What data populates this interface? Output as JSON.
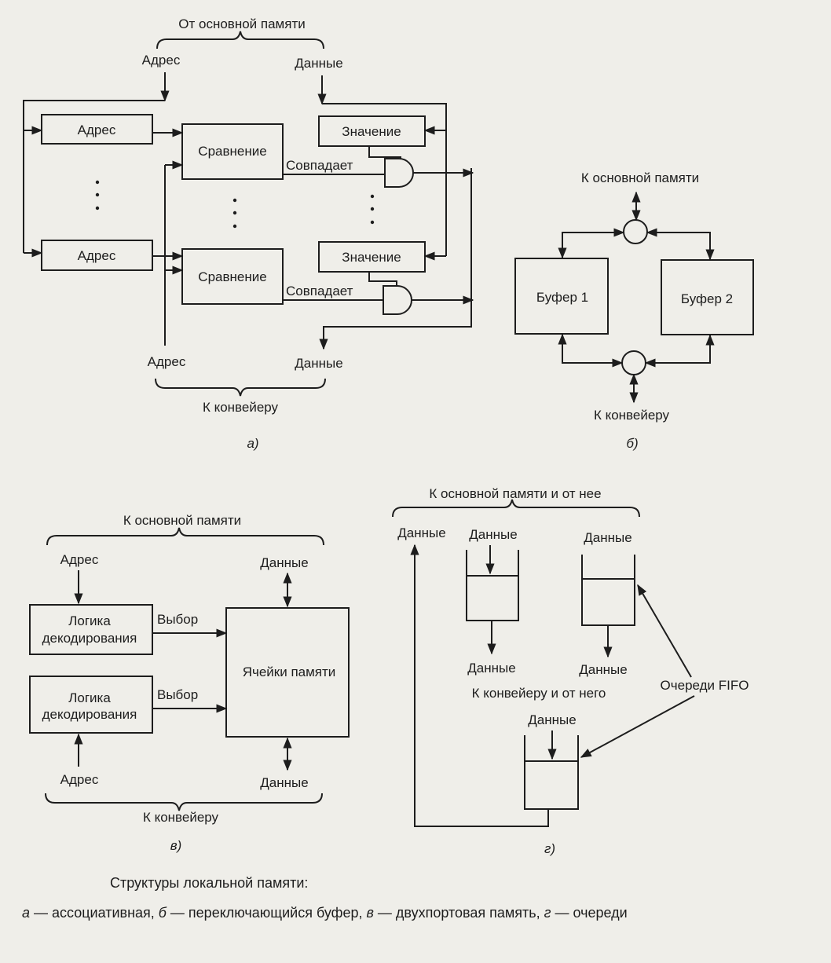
{
  "a": {
    "from_memory": "От основной памяти",
    "addr_in": "Адрес",
    "data_in": "Данные",
    "addr_block_1": "Адрес",
    "addr_block_2": "Адрес",
    "compare_1": "Сравнение",
    "compare_2": "Сравнение",
    "value_1": "Значение",
    "value_2": "Значение",
    "match_1": "Совпадает",
    "match_2": "Совпадает",
    "addr_out": "Адрес",
    "data_out": "Данные",
    "to_pipeline": "К конвейеру",
    "label": "а)"
  },
  "b": {
    "to_memory": "К основной памяти",
    "buffer_1": "Буфер 1",
    "buffer_2": "Буфер 2",
    "to_pipeline": "К конвейеру",
    "label": "б)"
  },
  "v": {
    "to_memory": "К основной памяти",
    "addr_top": "Адрес",
    "data_top": "Данные",
    "decode_1_line1": "Логика",
    "decode_1_line2": "декодирования",
    "decode_2_line1": "Логика",
    "decode_2_line2": "декодирования",
    "select_1": "Выбор",
    "select_2": "Выбор",
    "cells": "Ячейки памяти",
    "addr_bottom": "Адрес",
    "data_bottom": "Данные",
    "to_pipeline": "К конвейеру",
    "label": "в)"
  },
  "g": {
    "to_from_memory": "К основной памяти и от нее",
    "data_left": "Данные",
    "data_q1_in": "Данные",
    "data_q2_in": "Данные",
    "data_q1_out": "Данные",
    "data_q2_out": "Данные",
    "to_from_pipeline": "К конвейеру и от него",
    "fifo": "Очереди FIFO",
    "data_q3_in": "Данные",
    "label": "г)"
  },
  "caption": {
    "line1": "Структуры локальной памяти:",
    "line2_a": "а",
    "line2_a_text": " — ассоциативная, ",
    "line2_b": "б",
    "line2_b_text": " — переключающийся буфер, ",
    "line2_v": "в",
    "line2_v_text": " — двухпортовая память, ",
    "line2_g": "г",
    "line2_g_text": " — очереди"
  }
}
